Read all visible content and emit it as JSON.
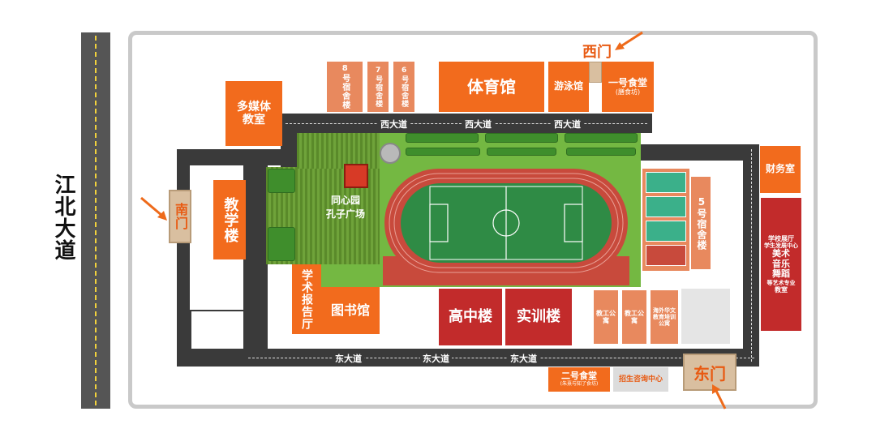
{
  "road_left": "江北大道",
  "roads": {
    "west": [
      "西大道",
      "西大道",
      "西大道"
    ],
    "east": [
      "东大道",
      "东大道",
      "东大道"
    ]
  },
  "gates": {
    "west": "西门",
    "south": "南门",
    "east": "东门"
  },
  "buildings": {
    "dorm8": "8号宿舍楼",
    "dorm7": "7号宿舍楼",
    "dorm6": "6号宿舍楼",
    "gym": "体育馆",
    "pool": "游泳馆",
    "canteen1": "一号食堂",
    "canteen1_sub": "(膳食坊)",
    "multimedia": "多媒体教室",
    "finance": "财务室",
    "teaching": "教学楼",
    "plaza": "同心园\n孔子广场",
    "dorm5": "5号宿舍楼",
    "arts_line1": "学校展厅",
    "arts_line2": "学生发展中心",
    "arts_line3": "美术",
    "arts_line4": "音乐",
    "arts_line5": "舞蹈",
    "arts_line6": "等艺术专业",
    "arts_line7": "教室",
    "lecture": "学术报告厅",
    "library": "图书馆",
    "highschool": "高中楼",
    "training": "实训楼",
    "apt1": "教工公寓",
    "apt2": "教工公寓",
    "overseas": "海外华文教育培训公寓",
    "canteen2": "二号食堂",
    "canteen2_sub": "(朱熹与知了食坊)",
    "admissions": "招生咨询中心"
  },
  "colors": {
    "orange": "#f26b1d",
    "salmon": "#e8895e",
    "red": "#c22b2b",
    "road": "#3a3a3a",
    "field": "#7cc04a",
    "track": "#c84a3c"
  }
}
